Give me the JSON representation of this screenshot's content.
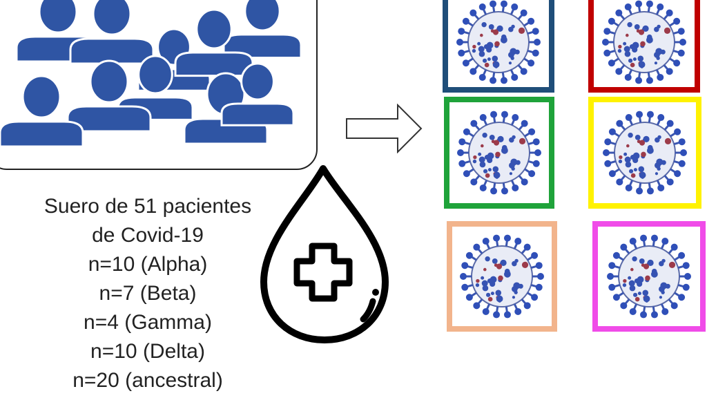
{
  "caption": {
    "lines": [
      "Suero de 51 pacientes",
      "de Covid-19",
      "n=10 (Alpha)",
      "n=7 (Beta)",
      "n=4 (Gamma)",
      "n=10 (Delta)",
      "n=20 (ancestral)"
    ]
  },
  "icons": {
    "people": "patient-group-icon",
    "arrow": "right-arrow-icon",
    "drop": "blood-drop-plus-icon",
    "virus": "coronavirus-icon"
  },
  "colors": {
    "people": "#2F55A4",
    "variant_boxes": [
      "#1F4E79",
      "#C00000",
      "#1FA33A",
      "#FFF200",
      "#F2B48C",
      "#F04CE8"
    ]
  }
}
